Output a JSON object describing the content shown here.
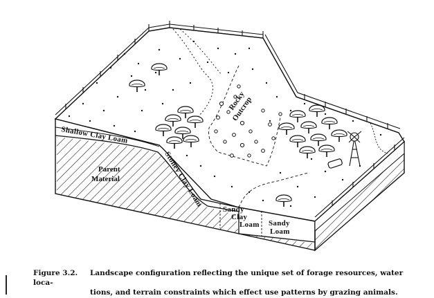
{
  "diagram": {
    "soil_labels": {
      "shallow_clay_loam": "Shallow Clay Loam",
      "stoney_clay_loam": "Stoney Clay Loam",
      "sandy_clay_loam": [
        "Sandy",
        "Clay",
        "Loam"
      ],
      "sandy_loam": [
        "Sandy",
        "Loam"
      ]
    },
    "area_labels": {
      "rocky_outcrop": [
        "Rocky",
        "Outcrop"
      ],
      "parent_material": [
        "Parent",
        "Material"
      ]
    },
    "icons": [
      "tree-icon",
      "windmill-icon",
      "water-tank-icon",
      "fence-icon",
      "grass-tuft-icon",
      "rock-icon"
    ]
  },
  "caption": {
    "figure_number": "Figure 3.2.",
    "line1": "Landscape configuration reflecting the unique set of forage resources, water loca-",
    "line2": "tions, and terrain constraints which effect use patterns by grazing animals."
  }
}
